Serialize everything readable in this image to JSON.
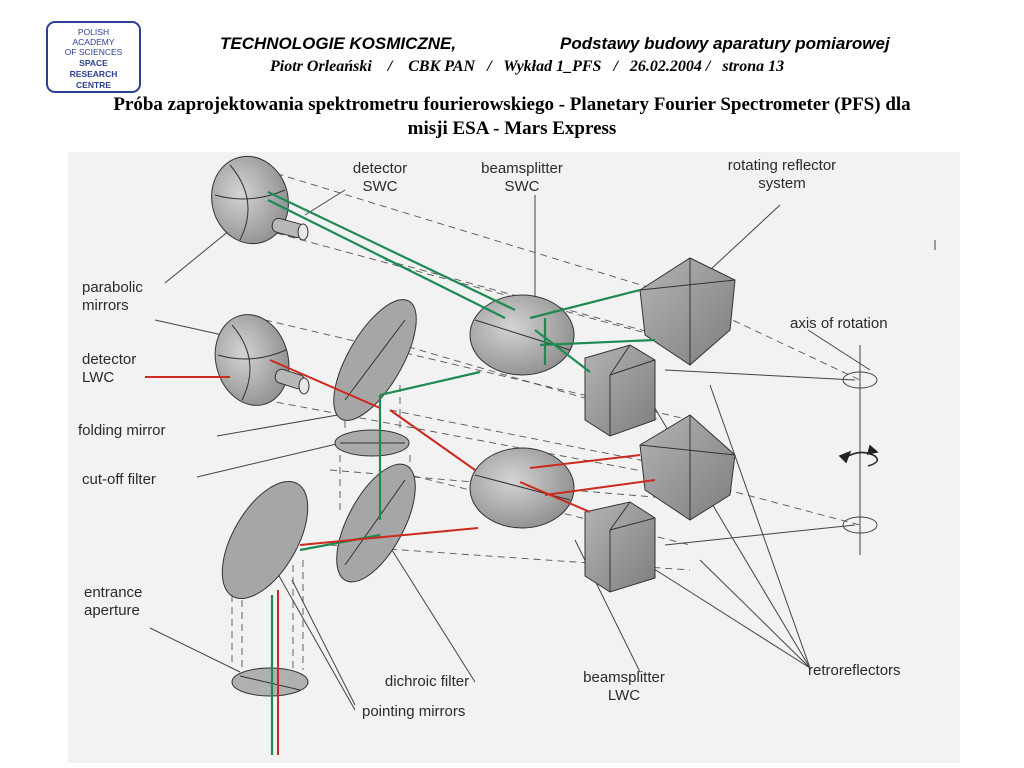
{
  "logo": {
    "lines_top": [
      "POLISH",
      "ACADEMY",
      "OF SCIENCES"
    ],
    "lines_bottom": [
      "SPACE",
      "RESEARCH",
      "CENTRE"
    ]
  },
  "header": {
    "left": "TECHNOLOGIE KOSMICZNE,",
    "right": "Podstawy budowy aparatury pomiarowej",
    "subline": "Piotr Orleański    /    CBK PAN   /   Wykład 1_PFS   /   26.02.2004 /   strona 13"
  },
  "title": {
    "line1": "Próba zaprojektowania spektrometru fourierowskiego - Planetary Fourier Spectrometer (PFS) dla",
    "line2": "misji ESA - Mars Express"
  },
  "labels": {
    "detector_swc": [
      "detector",
      "SWC"
    ],
    "beamsplitter_swc": [
      "beamsplitter",
      "SWC"
    ],
    "rotating_reflector": [
      "rotating reflector",
      "system"
    ],
    "parabolic_mirrors": [
      "parabolic",
      "mirrors"
    ],
    "detector_lwc": [
      "detector",
      "LWC"
    ],
    "axis_of_rotation": "axis of rotation",
    "folding_mirror": "folding mirror",
    "cutoff_filter": "cut-off filter",
    "entrance_aperture": [
      "entrance",
      "aperture"
    ],
    "dichroic_filter": "dichroic filter",
    "beamsplitter_lwc": [
      "beamsplitter",
      "LWC"
    ],
    "retroreflectors": "retroreflectors",
    "pointing_mirrors": "pointing mirrors"
  },
  "colors": {
    "swc_beam": "#1f8a52",
    "lwc_beam": "#cc2a1e",
    "component_fill": "#a9a9a9",
    "frame": "#2c3f94"
  }
}
